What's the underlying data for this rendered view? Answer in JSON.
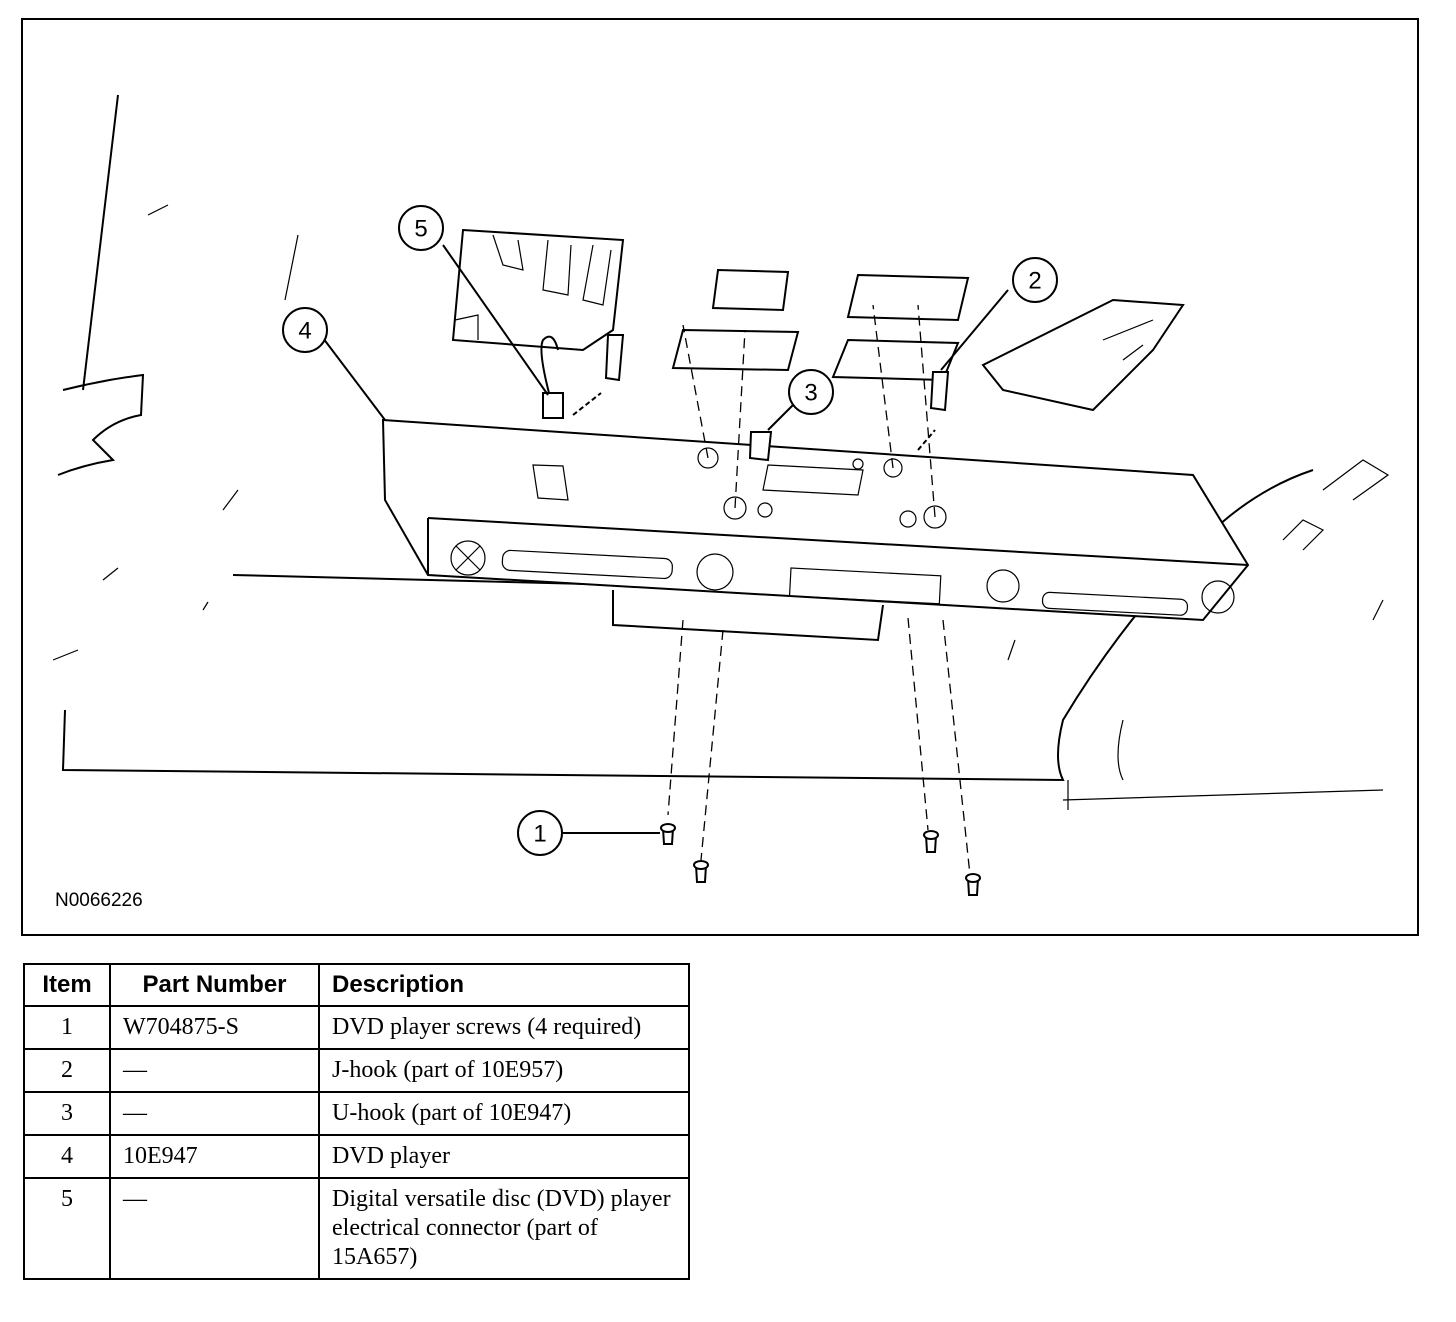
{
  "figure": {
    "figure_id": "N0066226",
    "callouts": [
      "1",
      "2",
      "3",
      "4",
      "5"
    ]
  },
  "table": {
    "headers": {
      "item": "Item",
      "part_number": "Part Number",
      "description": "Description"
    },
    "rows": [
      {
        "item": "1",
        "part_number": "W704875-S",
        "description": "DVD player screws (4 required)"
      },
      {
        "item": "2",
        "part_number": "—",
        "description": "J-hook (part of 10E957)"
      },
      {
        "item": "3",
        "part_number": "—",
        "description": "U-hook (part of 10E947)"
      },
      {
        "item": "4",
        "part_number": "10E947",
        "description": "DVD player"
      },
      {
        "item": "5",
        "part_number": "—",
        "description": "Digital versatile disc (DVD) player electrical connector (part of 15A657)"
      }
    ]
  }
}
